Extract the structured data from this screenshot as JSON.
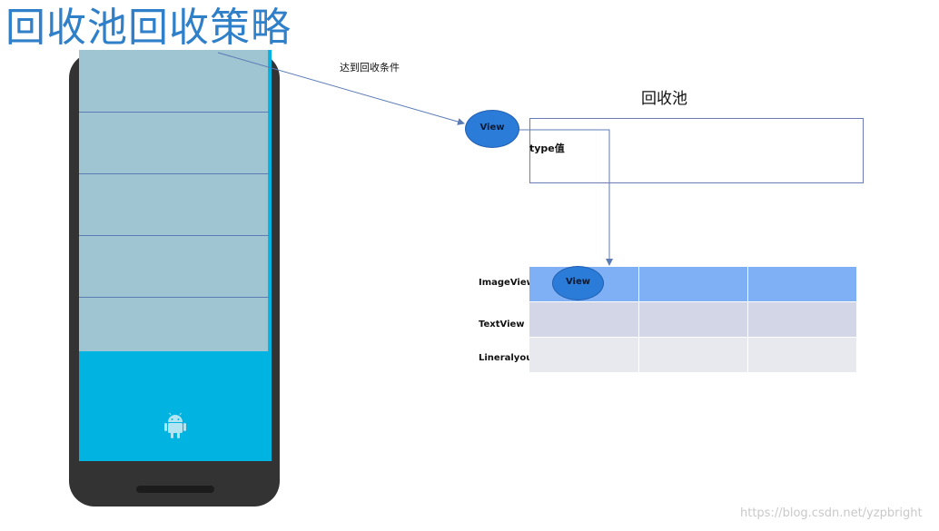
{
  "slide": {
    "title": "回收池回收策略"
  },
  "phone": {
    "list_row_count": 5
  },
  "arrow": {
    "label": "达到回收条件"
  },
  "pool": {
    "title": "回收池",
    "box_label": "type值",
    "view_label": "View"
  },
  "table": {
    "rows": [
      {
        "label": "ImageView",
        "cells": [
          "",
          "",
          ""
        ]
      },
      {
        "label": "TextView",
        "cells": [
          "",
          "",
          ""
        ]
      },
      {
        "label": "Lineralyout",
        "cells": [
          "",
          "",
          ""
        ]
      }
    ],
    "view_label": "View"
  },
  "colors": {
    "title": "#2f7fc9",
    "phone_body": "#333333",
    "list_area": "#9ec5d1",
    "screen": "#00b3e0",
    "view_ellipse": "#2b7bd8",
    "row1": "#7fb0f6",
    "row2": "#d2d6e6",
    "row3": "#e8e9ef"
  },
  "icons": {
    "android": "android-icon"
  },
  "watermark": "https://blog.csdn.net/yzpbright"
}
